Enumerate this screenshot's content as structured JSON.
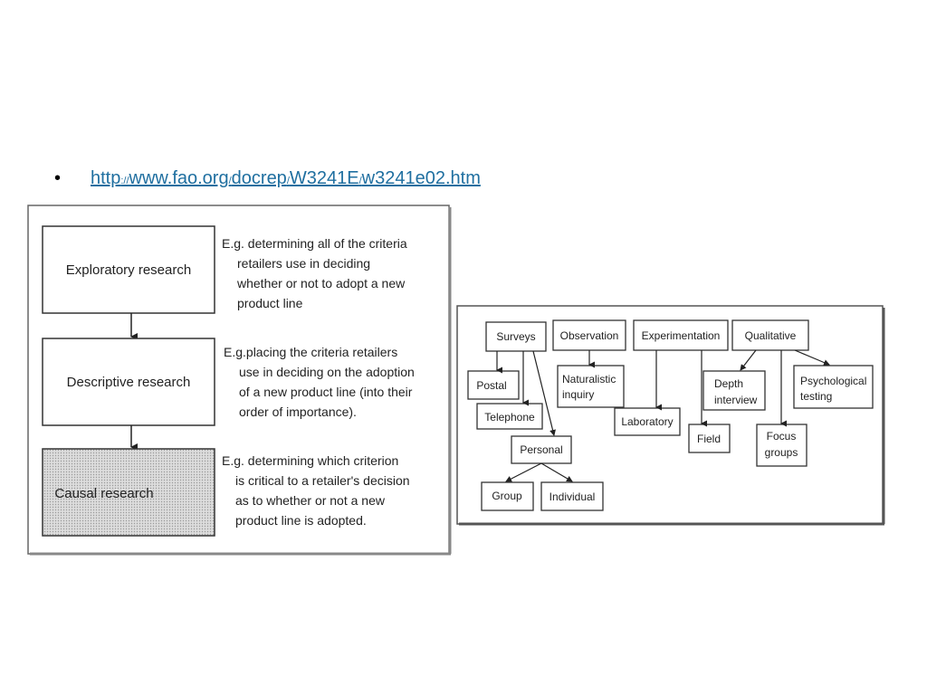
{
  "link": {
    "bullet": "•",
    "p1": "http",
    "p2": "://",
    "p3": "www.fao.org",
    "p4": "/",
    "p5": "docrep",
    "p6": "/",
    "p7": "W3241E",
    "p8": "/",
    "p9": "w3241e02.htm"
  },
  "left_figure": {
    "boxes": {
      "exploratory": "Exploratory research",
      "descriptive": "Descriptive research",
      "causal": "Causal research"
    },
    "examples": {
      "exploratory": [
        "E.g. determining all of the criteria",
        "retailers use in deciding",
        "whether or not to adopt a new",
        "product line"
      ],
      "descriptive": [
        "E.g.placing the criteria retailers",
        "use in deciding on the adoption",
        "of a new product line (into their",
        "order of importance)."
      ],
      "causal": [
        "E.g. determining which criterion",
        "is critical to a retailer's decision",
        "as to whether or not a new",
        "product line is adopted."
      ]
    }
  },
  "right_figure": {
    "surveys": "Surveys",
    "observation": "Observation",
    "experimentation": "Experimentation",
    "qualitative": "Qualitative",
    "postal": "Postal",
    "telephone": "Telephone",
    "personal": "Personal",
    "group": "Group",
    "individual": "Individual",
    "naturalistic": [
      "Naturalistic",
      "inquiry"
    ],
    "laboratory": "Laboratory",
    "field": "Field",
    "depth": [
      "Depth",
      "interview"
    ],
    "focus": [
      "Focus",
      "groups"
    ],
    "psychological": [
      "Psychological",
      "testing"
    ]
  }
}
